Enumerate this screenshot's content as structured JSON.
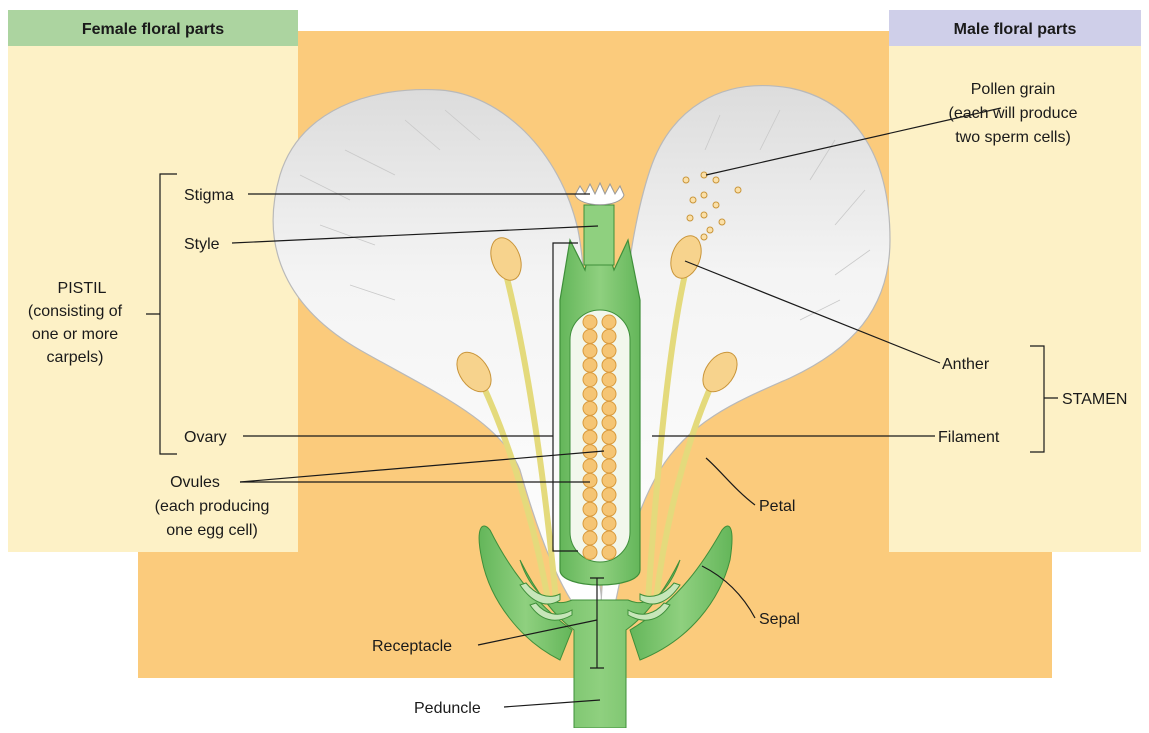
{
  "panels": {
    "female_title": "Female floral parts",
    "male_title": "Male floral parts"
  },
  "labels": {
    "stigma": "Stigma",
    "style": "Style",
    "pistil": [
      "PISTIL",
      "(consisting of",
      "one or more",
      "carpels)"
    ],
    "ovary": "Ovary",
    "ovules": [
      "Ovules",
      "(each producing",
      "one egg cell)"
    ],
    "receptacle": "Receptacle",
    "peduncle": "Peduncle",
    "pollen": [
      "Pollen grain",
      "(each will produce",
      "two sperm cells)"
    ],
    "anther": "Anther",
    "filament": "Filament",
    "stamen": "STAMEN",
    "petal": "Petal",
    "sepal": "Sepal"
  },
  "colors": {
    "female_header": "#acd4a0",
    "male_header": "#cfcfe9",
    "panel_fill": "#fdf1c6",
    "background_block": "#fbcb7c",
    "tissue_green": "#7cc36f",
    "tissue_light_green": "#c7e6b9",
    "stamen_yellow": "#eadf84",
    "ovule_orange": "#f5c574",
    "petal_white": "#f4f4f4"
  }
}
